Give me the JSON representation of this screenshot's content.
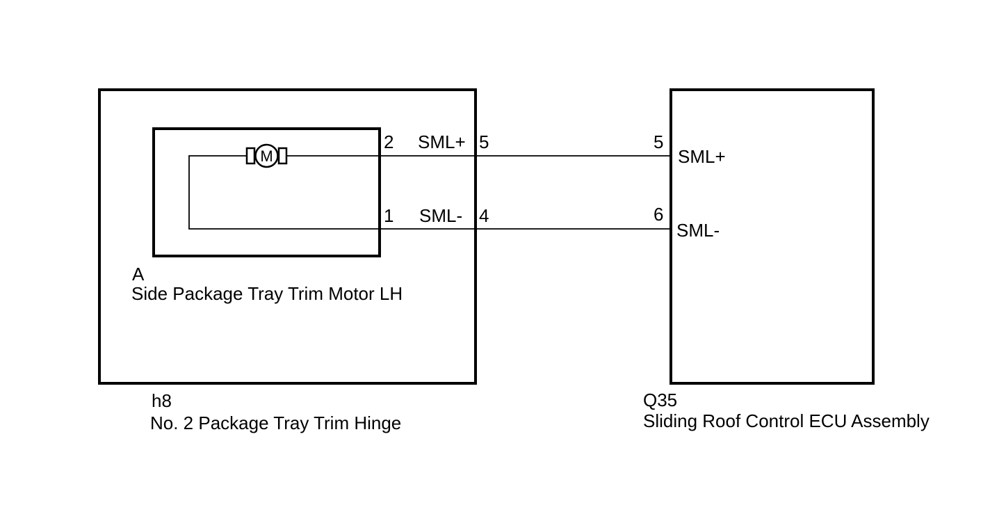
{
  "hinge": {
    "code": "h8",
    "name": "No. 2 Package Tray Trim Hinge",
    "pin_upper": "5",
    "pin_lower": "4"
  },
  "motor": {
    "code": "A",
    "name": "Side Package Tray Trim Motor LH",
    "symbol_letter": "M",
    "pin_upper": "2",
    "pin_lower": "1",
    "signal_upper": "SML+",
    "signal_lower": "SML-"
  },
  "ecu": {
    "code": "Q35",
    "name": "Sliding Roof Control ECU Assembly",
    "pin_upper": "5",
    "pin_lower": "6",
    "signal_upper": "SML+",
    "signal_lower": "SML-"
  }
}
